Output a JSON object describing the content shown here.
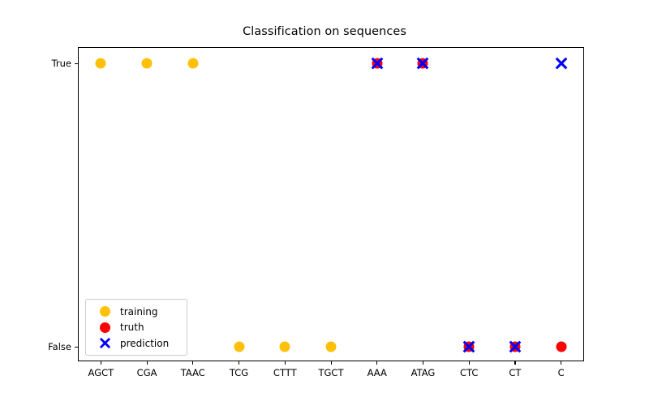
{
  "chart_data": {
    "type": "scatter",
    "title": "Classification on sequences",
    "xlabel": "",
    "ylabel": "",
    "categories": [
      "AGCT",
      "CGA",
      "TAAC",
      "TCG",
      "CTTT",
      "TGCT",
      "AAA",
      "ATAG",
      "CTC",
      "CT",
      "C"
    ],
    "ytick_labels": [
      "False",
      "True"
    ],
    "ylim": [
      "False",
      "True"
    ],
    "grid": false,
    "legend_position": "lower left",
    "series": [
      {
        "name": "training",
        "marker": "circle",
        "color": "#FFC107",
        "points": [
          {
            "x": "AGCT",
            "y": "True"
          },
          {
            "x": "CGA",
            "y": "True"
          },
          {
            "x": "TAAC",
            "y": "True"
          },
          {
            "x": "TCG",
            "y": "False"
          },
          {
            "x": "CTTT",
            "y": "False"
          },
          {
            "x": "TGCT",
            "y": "False"
          }
        ]
      },
      {
        "name": "truth",
        "marker": "circle",
        "color": "#FF0000",
        "points": [
          {
            "x": "AAA",
            "y": "True"
          },
          {
            "x": "ATAG",
            "y": "True"
          },
          {
            "x": "CTC",
            "y": "False"
          },
          {
            "x": "CT",
            "y": "False"
          },
          {
            "x": "C",
            "y": "False"
          }
        ]
      },
      {
        "name": "prediction",
        "marker": "x",
        "color": "#0000FF",
        "points": [
          {
            "x": "AAA",
            "y": "True"
          },
          {
            "x": "ATAG",
            "y": "True"
          },
          {
            "x": "CTC",
            "y": "False"
          },
          {
            "x": "CT",
            "y": "False"
          },
          {
            "x": "C",
            "y": "True"
          }
        ]
      }
    ]
  },
  "legend": {
    "entries": [
      {
        "label": "training",
        "marker": "circle",
        "color": "#FFC107"
      },
      {
        "label": "truth",
        "marker": "circle",
        "color": "#FF0000"
      },
      {
        "label": "prediction",
        "marker": "x",
        "color": "#0000FF"
      }
    ]
  },
  "colors": {
    "training": "#FFC107",
    "truth": "#FF0000",
    "prediction": "#0000FF",
    "axis": "#000000",
    "background": "#FFFFFF"
  }
}
